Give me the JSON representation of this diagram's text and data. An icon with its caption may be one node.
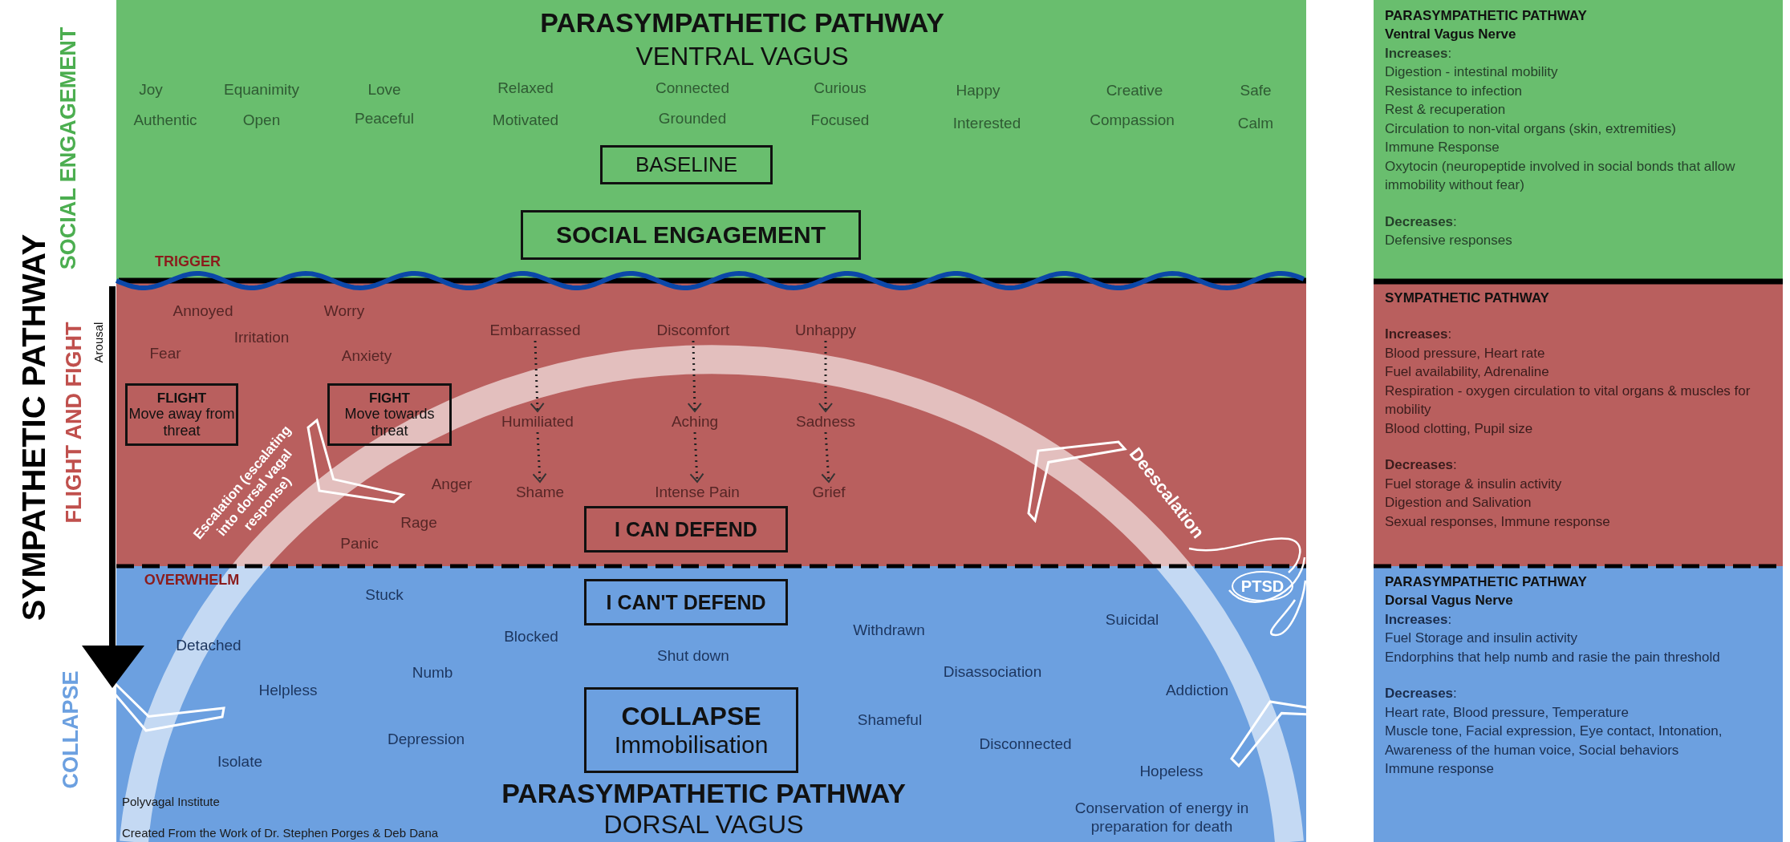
{
  "diagram": {
    "nodes": [
      {
        "text": [
          "PARASYMPATHETIC PATHWAY",
          "VENTRAL VAGUS"
        ]
      },
      {
        "text": [
          "BASELINE"
        ],
        "in": 0
      },
      {
        "text": [
          "SOCIAL ENGAGEMENT"
        ],
        "in": 0
      },
      {
        "text": [],
        "shape": "box"
      },
      {
        "text": [
          "FLIGHT",
          "Move away from threat"
        ],
        "in": 3
      },
      {
        "text": [
          "FIGHT",
          "Move towards threat"
        ],
        "in": 3
      },
      {
        "text": [
          "Embarrassed"
        ],
        "in": 3
      },
      {
        "text": [
          "Humiliated"
        ],
        "in": 3
      },
      {
        "text": [
          "Shame"
        ],
        "in": 3
      },
      {
        "text": [
          "Discomfort"
        ],
        "in": 3
      },
      {
        "text": [
          "Aching"
        ],
        "in": 3
      },
      {
        "text": [
          "Intense Pain"
        ],
        "in": 3
      },
      {
        "text": [
          "Unhappy"
        ],
        "in": 3
      },
      {
        "text": [
          "Sadness"
        ],
        "in": 3
      },
      {
        "text": [
          "Grief"
        ],
        "in": 3
      },
      {
        "text": [
          "I CAN DEFEND"
        ],
        "in": 3
      },
      {
        "text": [
          "PTSD"
        ],
        "in": 17
      },
      {
        "text": [
          "PARASYMPATHETIC PATHWAY",
          "DORSAL VAGUS"
        ]
      },
      {
        "text": [
          "I CAN'T DEFEND"
        ],
        "in": 17
      },
      {
        "text": [
          "COLLAPSE",
          "Immobilisation"
        ],
        "in": 17
      },
      {
        "text": [
          "PARASYMPATHETIC PATHWAY",
          "Ventral Vagus Nerve",
          "**Increases**:",
          "Digestion - intestinal mobility",
          "Resistance to infection",
          "Rest & recuperation",
          "Circulation to non-vital organs (skin, extremities)",
          "Immune Response",
          "Oxytocin (neuropeptide involved in social bonds that allow immobility without fear)",
          "**Decreases**:",
          "Defensive responses"
        ]
      },
      {
        "text": [
          "SYMPATHETIC PATHWAY",
          "**Increases**:",
          "Blood pressure, Heart rate",
          "Fuel availability, Adrenaline",
          "Respiration - oxygen circulation to vital organs & muscles for mobility",
          "Blood clotting, Pupil size",
          "**Decreases**:",
          "Fuel storage & insulin activity",
          "Digestion and Salivation",
          "Sexual responses, Immune response"
        ]
      },
      {
        "text": [
          "PARASYMPATHETIC PATHWAY",
          "Dorsal Vagus Nerve",
          "**Increases**:",
          "Fuel Storage and insulin activity",
          "Endorphins that help numb and rasie the pain threshold",
          "**Decreases**:",
          "Heart rate, Blood pressure, Temperature",
          "Muscle tone, Facial expression, Eye contact, Intonation, Awareness of the human voice, Social behaviors",
          "Immune response"
        ]
      }
    ],
    "edges": [
      {
        "from": 6,
        "to": 7,
        "arrow": "to",
        "style": "dashed"
      },
      {
        "from": 7,
        "to": 8,
        "arrow": "to",
        "style": "dashed"
      },
      {
        "from": 9,
        "to": 10,
        "arrow": "to",
        "style": "dashed"
      },
      {
        "from": 10,
        "to": 11,
        "arrow": "to",
        "style": "dashed"
      },
      {
        "from": 12,
        "to": 13,
        "arrow": "to",
        "style": "dashed"
      },
      {
        "from": 13,
        "to": 14,
        "arrow": "to",
        "style": "dashed"
      }
    ],
    "labels": [
      "SYMPATHETIC PATHWAY",
      "SOCIAL ENGAGEMENT",
      "Joy",
      "Equanimity",
      "Love",
      "Relaxed",
      "Connected",
      "Curious",
      "Happy",
      "Creative",
      "Safe",
      "Authentic",
      "Open",
      "Peaceful",
      "Motivated",
      "Grounded",
      "Focused",
      "Interested",
      "Compassion",
      "Calm",
      "TRIGGER",
      "FLIGHT AND FIGHT",
      "Arousal",
      "Annoyed",
      "Worry",
      "Irritation",
      "Fear",
      "Anxiety",
      "Anger",
      "Rage",
      "Panic",
      "Escalation (escalating into dorsal vagal response)",
      "Deescalation",
      "OVERWHELM",
      "Stuck",
      "Blocked",
      "Withdrawn",
      "Suicidal",
      "Detached",
      "Shut down",
      "Numb",
      "Disassociation",
      "Helpless",
      "Addiction",
      "Shameful",
      "Depression",
      "Disconnected",
      "Isolate",
      "Hopeless",
      "Conservation of energy in preparation for death",
      "COLLAPSE",
      "Polyvagal Institute",
      "Created From the Work of Dr. Stephen Porges & Deb Dana"
    ]
  }
}
